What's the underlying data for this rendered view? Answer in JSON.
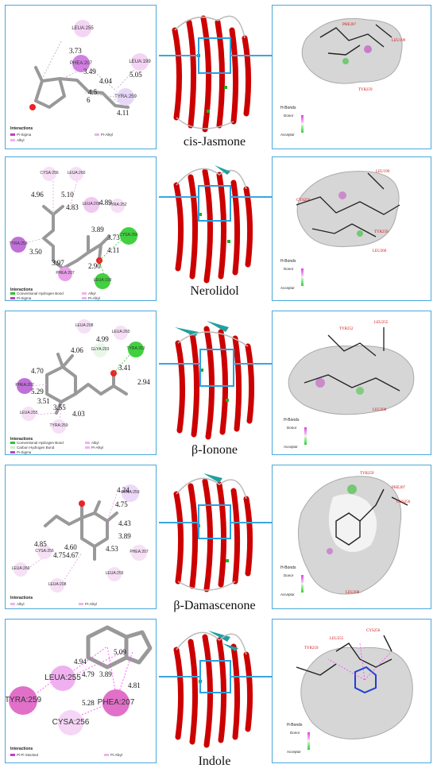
{
  "colors": {
    "panel_border": "#4aa8dc",
    "helix": "#cc0000",
    "surface": "#d0d0d0",
    "pi_sigma": "#c040c0",
    "alkyl": "#f0b0f0",
    "hbond": "#30c030"
  },
  "interactions_title": "Interactions",
  "hbonds": {
    "title": "H-Bonds",
    "donor": "Donor",
    "acceptor": "Acceptor"
  },
  "rows": [
    {
      "name": "cis-Jasmone",
      "legend": [
        "Pi-Sigma",
        "Alkyl",
        "Pi-Alkyl"
      ],
      "residues": [
        {
          "name": "LEU",
          "num": "A:255"
        },
        {
          "name": "PHE",
          "num": "A:207"
        },
        {
          "name": "LEU",
          "num": "A:199"
        },
        {
          "name": "TYR",
          "num": "A:259"
        }
      ],
      "distances": [
        "3.73",
        "3.49",
        "4.04",
        "5.05",
        "4.5",
        "6",
        "4.11"
      ],
      "site_labels": [
        "PHE207",
        "LEU199",
        "TYR259"
      ]
    },
    {
      "name": "Nerolidol",
      "legend": [
        "Conventional Hydrogen Bond",
        "Pi-Sigma",
        "Alkyl",
        "Pi-Alkyl"
      ],
      "residues": [
        {
          "name": "CYS",
          "num": "A:256"
        },
        {
          "name": "LEU",
          "num": "A:260"
        },
        {
          "name": "LEU",
          "num": "A:208"
        },
        {
          "name": "TYR",
          "num": "A:252"
        },
        {
          "name": "TYR",
          "num": "A:259"
        },
        {
          "name": "CYS",
          "num": "A:256"
        },
        {
          "name": "PHE",
          "num": "A:207"
        },
        {
          "name": "LEU",
          "num": "A:199"
        }
      ],
      "distances": [
        "4.96",
        "5.10",
        "4.83",
        "4.89",
        "3.89",
        "3.73",
        "4.11",
        "3.50",
        "3.97",
        "2.90"
      ],
      "site_labels": [
        "LEU199",
        "CYS256",
        "TYR259",
        "LEU260"
      ]
    },
    {
      "name": "β-Ionone",
      "legend": [
        "Conventional Hydrogen Bond",
        "Carbon Hydrogen Bond",
        "Pi-Sigma",
        "Alkyl",
        "Pi-Alkyl"
      ],
      "residues": [
        {
          "name": "LEU",
          "num": "A:208"
        },
        {
          "name": "LEU",
          "num": "A:260"
        },
        {
          "name": "GLY",
          "num": "A:203"
        },
        {
          "name": "TYR",
          "num": "A:252"
        },
        {
          "name": "PHE",
          "num": "A:207"
        },
        {
          "name": "LEU",
          "num": "A:255"
        },
        {
          "name": "TYR",
          "num": "A:259"
        }
      ],
      "distances": [
        "4.99",
        "4.06",
        "3.41",
        "2.94",
        "4.70",
        "5.29",
        "3.51",
        "3.55",
        "4.03"
      ],
      "site_labels": [
        "TYR252",
        "LEU255",
        "LEU208"
      ]
    },
    {
      "name": "β-Damascenone",
      "legend": [
        "Alkyl",
        "Pi-Alkyl"
      ],
      "residues": [
        {
          "name": "TYR",
          "num": "A:259"
        },
        {
          "name": "PHE",
          "num": "A:207"
        },
        {
          "name": "CYS",
          "num": "A:256"
        },
        {
          "name": "LEU",
          "num": "A:260"
        },
        {
          "name": "LEU",
          "num": "A:208"
        },
        {
          "name": "LEU",
          "num": "A:255"
        }
      ],
      "distances": [
        "4.24",
        "4.75",
        "4.43",
        "3.89",
        "4.85",
        "4.75",
        "4.60",
        "4.67",
        "4.53"
      ],
      "site_labels": [
        "TYR259",
        "PHE207",
        "CYS256",
        "LEU208"
      ]
    },
    {
      "name": "Indole",
      "legend": [
        "Pi-Pi Stacked",
        "Pi-Alkyl"
      ],
      "residues": [
        {
          "name": "LEU",
          "num": "A:255"
        },
        {
          "name": "TYR",
          "num": "A:259"
        },
        {
          "name": "PHE",
          "num": "A:207"
        },
        {
          "name": "CYS",
          "num": "A:256"
        }
      ],
      "distances": [
        "4.94",
        "4.79",
        "3.89",
        "5.09",
        "4.81",
        "5.28"
      ],
      "site_labels": [
        "CYS256",
        "LEU255",
        "TYR259"
      ]
    }
  ]
}
